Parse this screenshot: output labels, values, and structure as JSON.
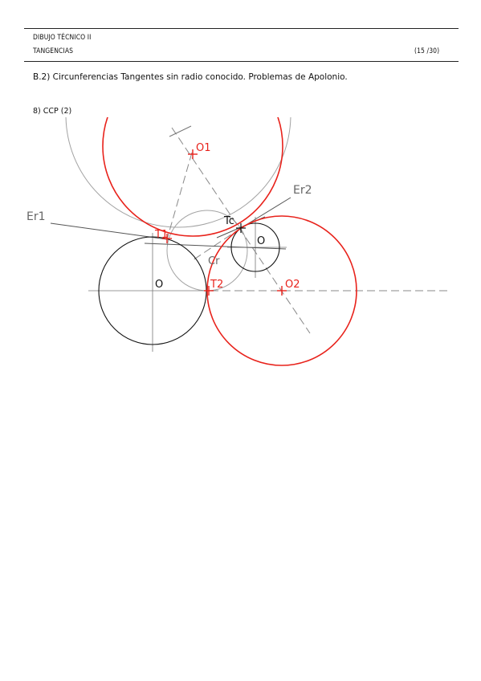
{
  "header": {
    "subject": "DIBUJO TÉCNICO II",
    "topic": "TANGENCIAS",
    "page": "(15 /30)"
  },
  "section_title": "B.2) Circunferencias Tangentes sin radio conocido. Problemas de Apolonio.",
  "problem_label": "8) CCP (2)",
  "figure": {
    "labels": {
      "o1": "O1",
      "o2": "O2",
      "er1": "Er1",
      "er2": "Er2",
      "tc": "Tc",
      "t1": "T1",
      "t2": "T2",
      "cr": "Cr",
      "o_big": "O",
      "o_small": "O"
    },
    "colors": {
      "solution": "#e8221b",
      "given": "#111111",
      "construction": "#9a9a9a",
      "axis": "#777777"
    }
  }
}
